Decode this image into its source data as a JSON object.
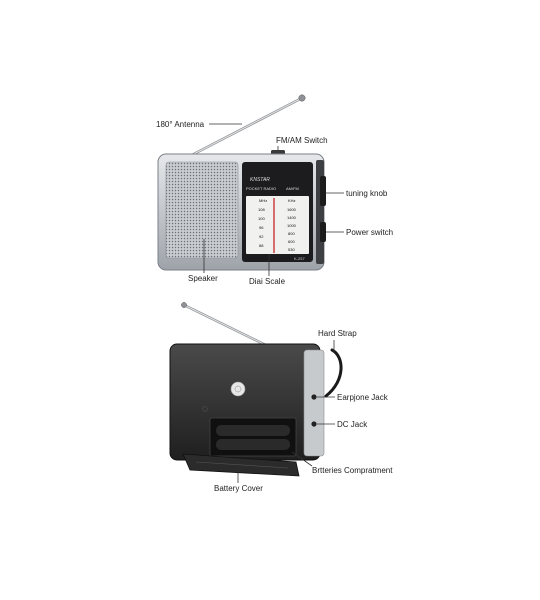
{
  "labels": {
    "antenna": "180° Antenna",
    "fm_am_switch": "FM/AM Switch",
    "tuning_knob": "tuning knob",
    "power_switch": "Power switch",
    "speaker": "Speaker",
    "dial_scale": "Diai Scale",
    "hand_strap": "Hard Strap",
    "earphone_jack": "Earpjone Jack",
    "dc_jack": "DC Jack",
    "battery_compartment": "Brtteries Compratment",
    "battery_cover": "Battery Cover"
  },
  "radio_face": {
    "brand": "KNSTAR",
    "model_name": "POCKET RADIO",
    "band_label": "AM/FM",
    "model_number": "K-257",
    "fm_unit": "MHz",
    "am_unit": "KHz",
    "fm_scale": [
      "108",
      "100",
      "96",
      "92",
      "88"
    ],
    "am_scale": [
      "1600",
      "1400",
      "1000",
      "800",
      "600",
      "530"
    ]
  }
}
